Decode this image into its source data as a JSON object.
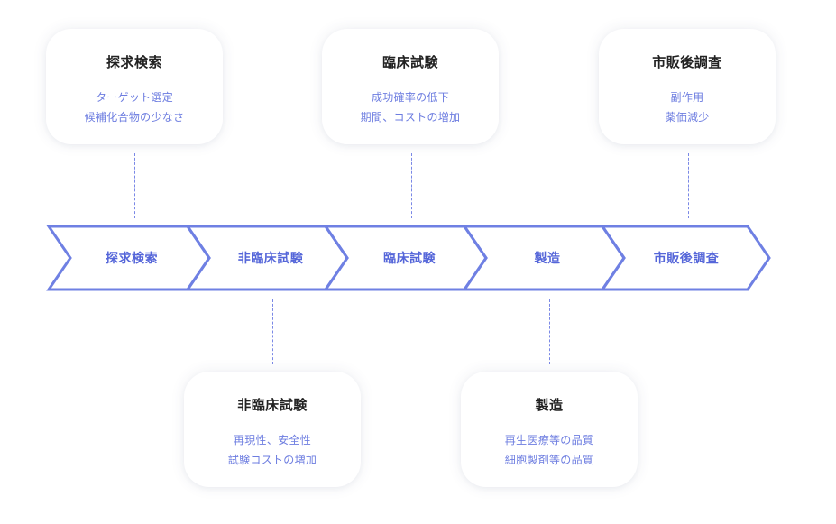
{
  "top_cards": [
    {
      "title": "探求検索",
      "lines": [
        "ターゲット選定",
        "候補化合物の少なさ"
      ]
    },
    {
      "title": "臨床試験",
      "lines": [
        "成功確率の低下",
        "期間、コストの増加"
      ]
    },
    {
      "title": "市販後調査",
      "lines": [
        "副作用",
        "薬価減少"
      ]
    }
  ],
  "bottom_cards": [
    {
      "title": "非臨床試験",
      "lines": [
        "再現性、安全性",
        "試験コストの増加"
      ]
    },
    {
      "title": "製造",
      "lines": [
        "再生医療等の品質",
        "細胞製剤等の品質"
      ]
    }
  ],
  "stages": [
    "探求検索",
    "非臨床試験",
    "臨床試験",
    "製造",
    "市販後調査"
  ],
  "colors": {
    "arrow_stroke": "#6f80e3",
    "stage_text": "#5566d9",
    "card_subtext": "#6d7de0",
    "card_title": "#222222",
    "connector": "#7a88e6"
  }
}
